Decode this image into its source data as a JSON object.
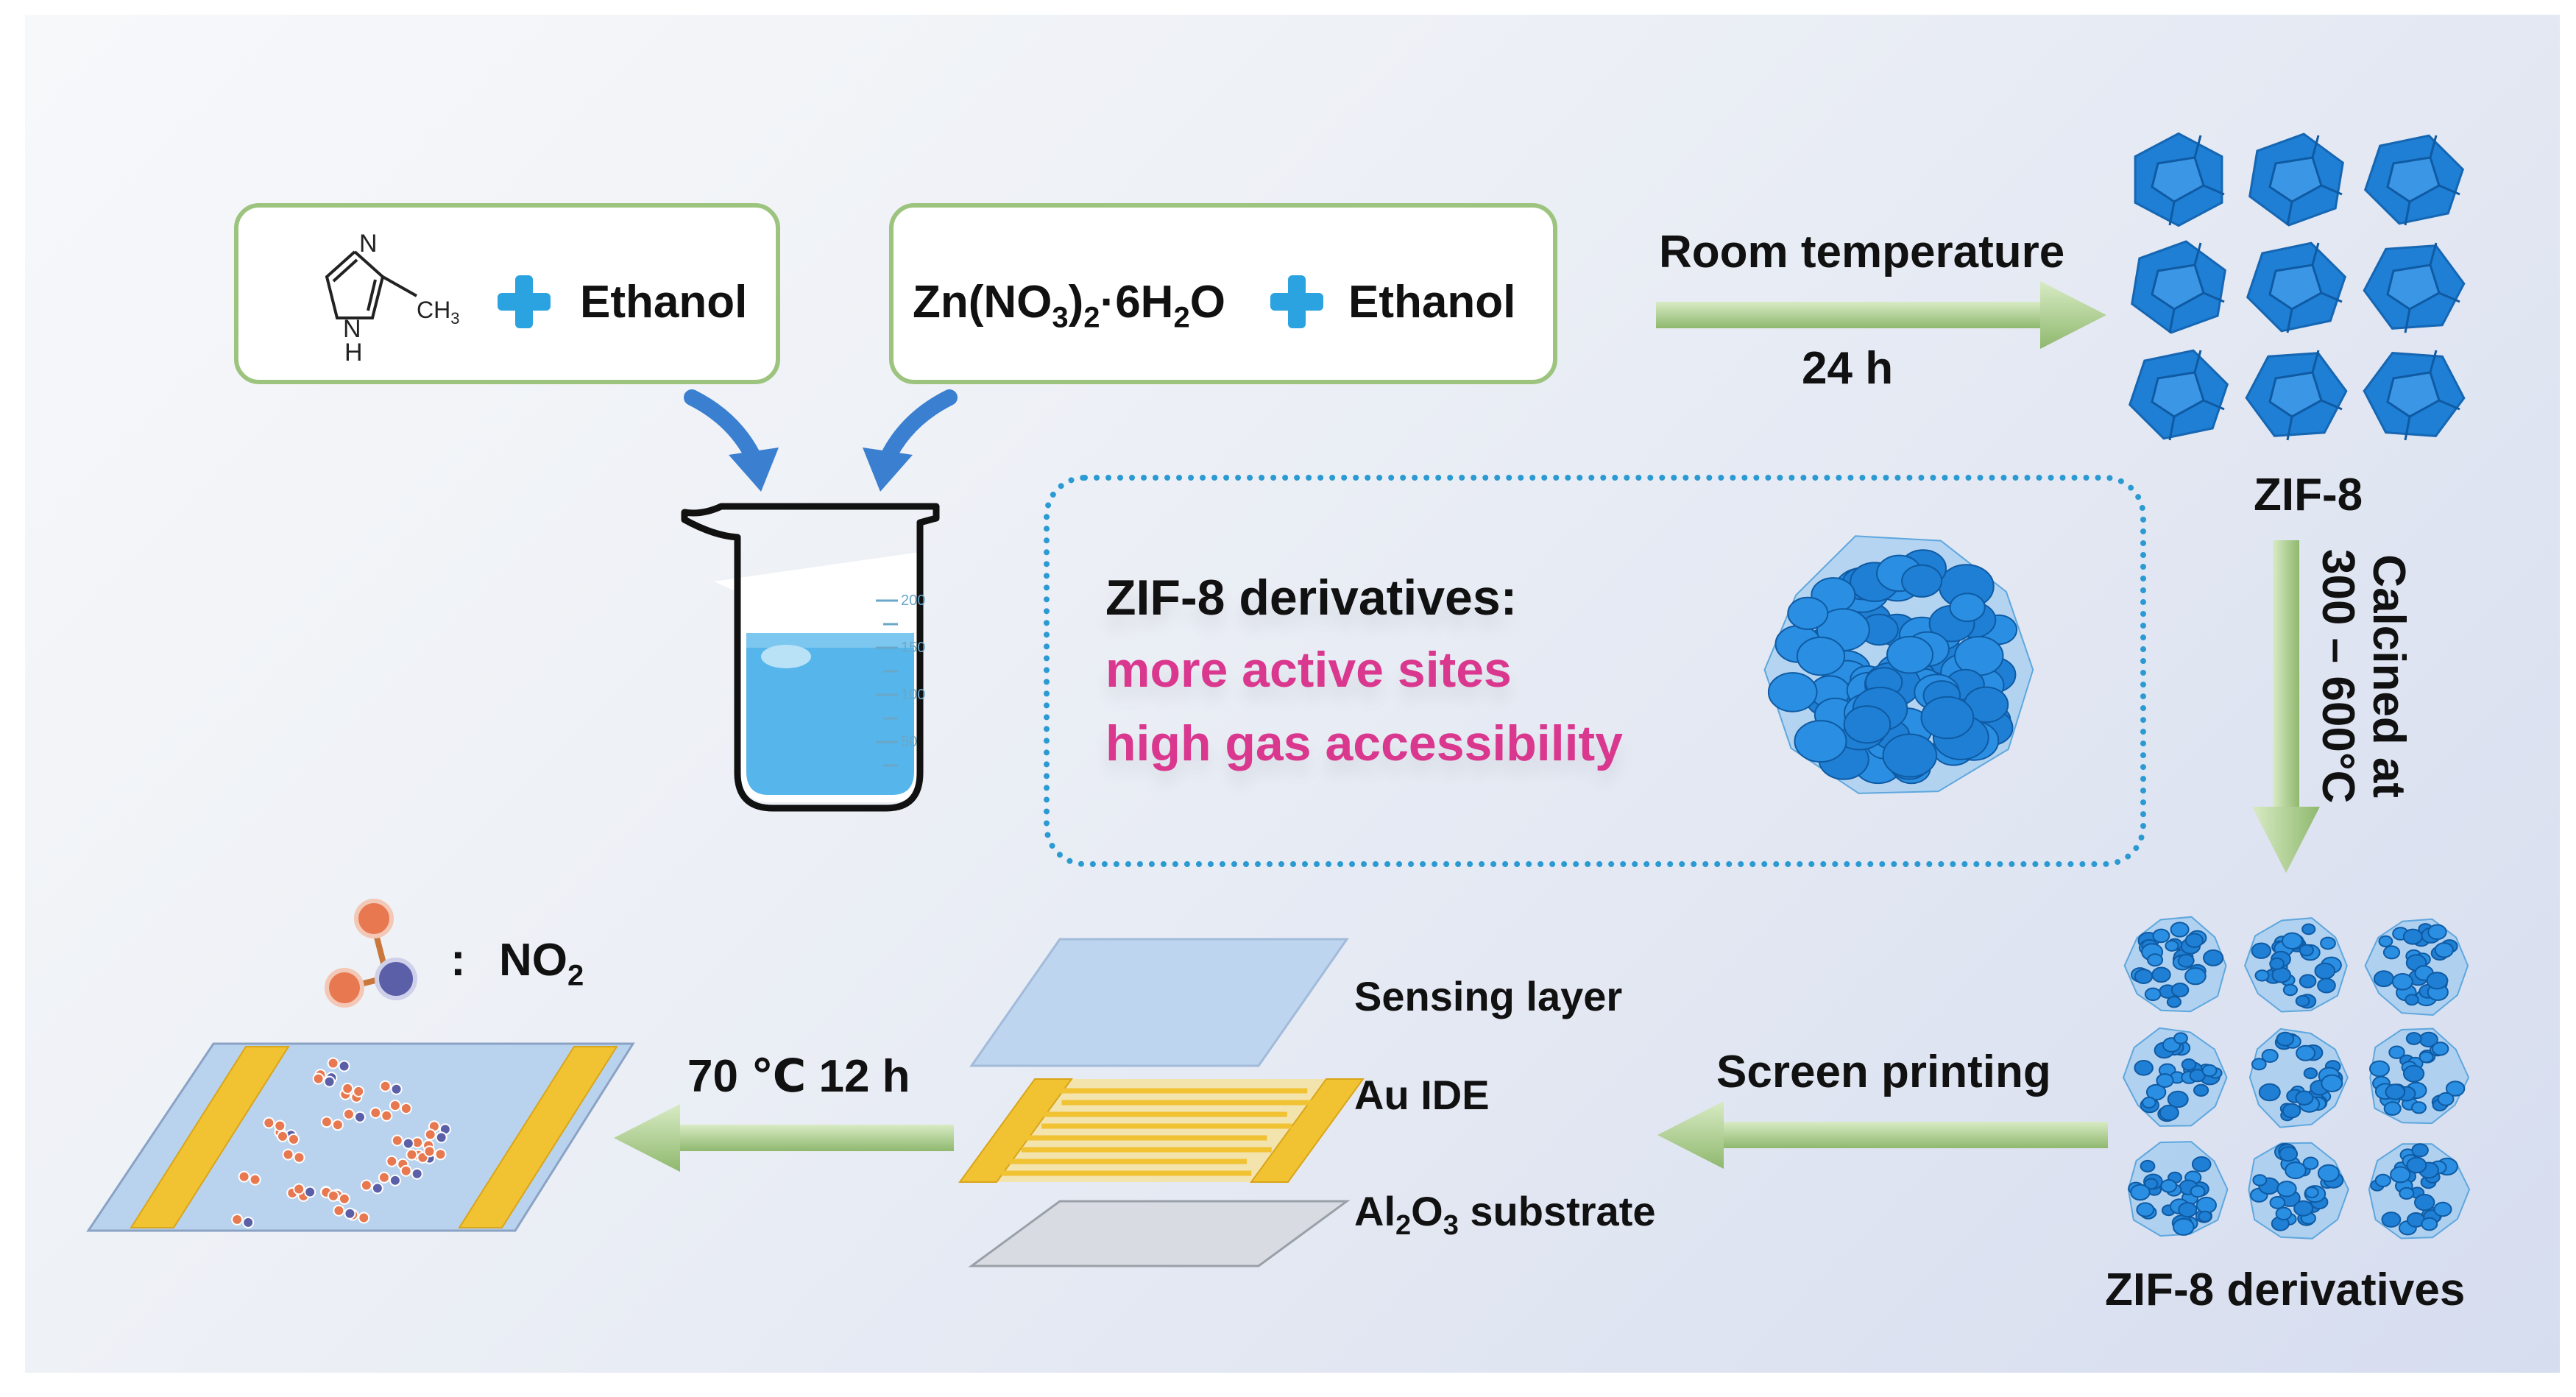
{
  "reagents": {
    "box1": {
      "methyl_label": "CH",
      "methyl_sub": "3",
      "n_top": "N",
      "n_bottom": "N",
      "h_label": "H",
      "plus": "+",
      "solvent": "Ethanol"
    },
    "box2": {
      "formula": [
        "Zn(NO",
        "3",
        ")",
        "2",
        "·6H",
        "2",
        "O"
      ],
      "plus": "+",
      "solvent": "Ethanol"
    }
  },
  "beaker": {
    "ticks": [
      "200",
      "150",
      "100",
      "50"
    ]
  },
  "step1": {
    "condition_top": "Room temperature",
    "condition_bottom": "24 h"
  },
  "zif8": {
    "label": "ZIF-8"
  },
  "step2": {
    "line1": "Calcined at",
    "line2": "300 – 600°C"
  },
  "derivatives_callout": {
    "title": "ZIF-8 derivatives:",
    "benefits": [
      "more active sites",
      "high gas accessibility"
    ]
  },
  "zif8_derivatives": {
    "label": "ZIF-8 derivatives"
  },
  "step3": {
    "label": "Screen printing"
  },
  "device_layers": {
    "sensing": "Sensing layer",
    "electrode": "Au IDE",
    "substrate_parts": [
      "Al",
      "2",
      "O",
      "3",
      " substrate"
    ]
  },
  "step4": {
    "label": "70 ℃  12 h"
  },
  "legend": {
    "colon": ":",
    "gas_parts": [
      "NO",
      "2"
    ]
  },
  "colors": {
    "box_border": "#9dc47f",
    "plus": "#2aa3e0",
    "arrow_green": "#a9c98a",
    "curved_arrow": "#3a7fd0",
    "zif_blue": "#1e7fd4",
    "pink_text": "#d9388e",
    "dotted_border": "#2b9ad3",
    "gold_electrode": "#f1c232",
    "oxygen_atom": "#e8784f",
    "nitrogen_atom": "#5b5fa8"
  },
  "icons": [
    "imidazole-molecule-icon",
    "plus-icon",
    "curved-arrow-icon",
    "beaker-icon",
    "right-arrow-icon",
    "down-arrow-icon",
    "left-arrow-icon",
    "zif8-crystal-icon",
    "porous-particle-icon",
    "sensor-device-icon",
    "no2-molecule-icon"
  ]
}
